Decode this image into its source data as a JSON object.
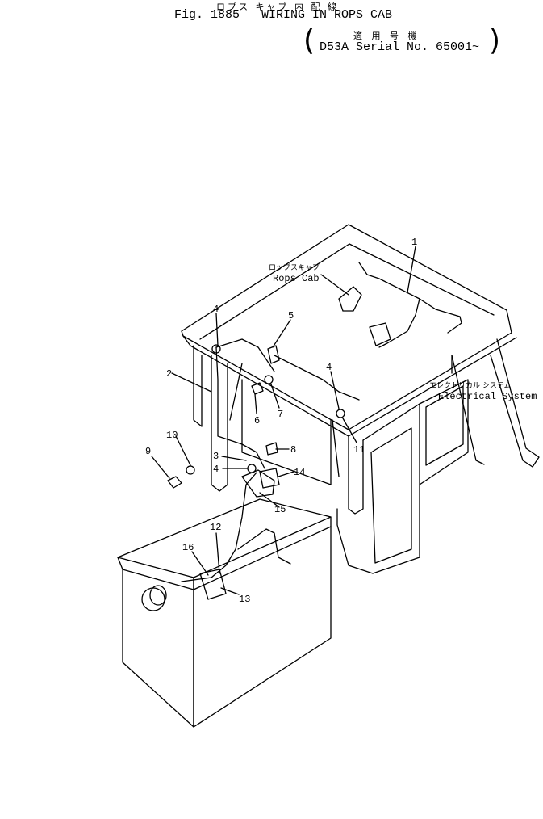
{
  "header": {
    "title_jp": "ロプス キャブ 内 配 線",
    "fig_label": "Fig. 1885",
    "title_en": "WIRING IN ROPS CAB",
    "serial_jp": "適 用 号 機",
    "serial": "D53A Serial No. 65001~"
  },
  "callouts": {
    "rops_cab_jp": "ロップスキャブ",
    "rops_cab_en": "Rops Cab",
    "electrical_jp": "エレクトリカル システム",
    "electrical_en": "Electrical System"
  },
  "parts": [
    "1",
    "2",
    "3",
    "4",
    "4",
    "4",
    "5",
    "6",
    "7",
    "8",
    "9",
    "10",
    "11",
    "12",
    "13",
    "14",
    "15",
    "16"
  ]
}
